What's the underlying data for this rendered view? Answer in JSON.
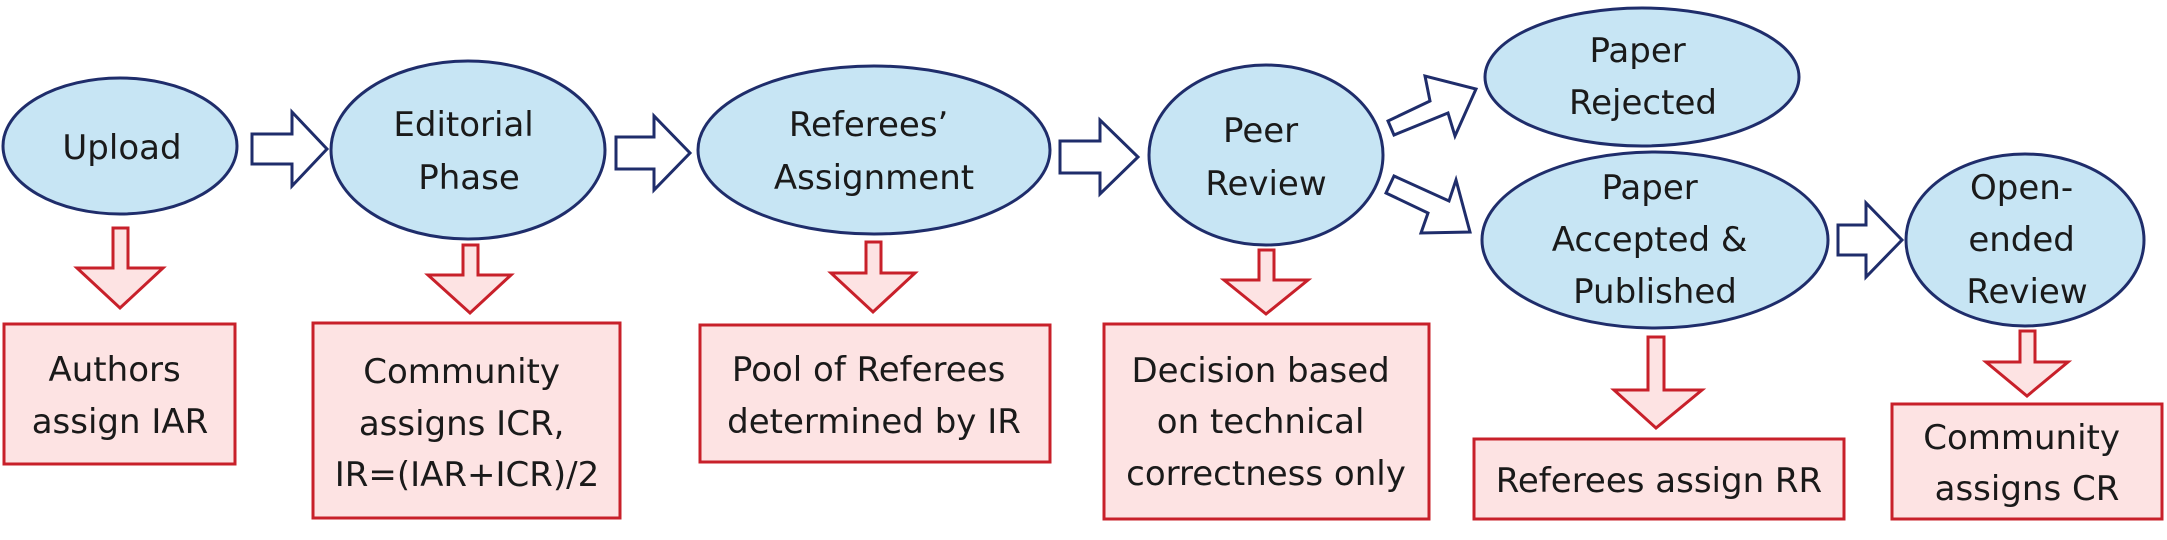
{
  "colors": {
    "stage_fill": "#c7e5f4",
    "stage_border": "#1f2d6b",
    "note_fill": "#fde3e3",
    "note_border": "#c8202a",
    "flow_arrow": "#1f2d6b",
    "note_arrow": "#c8202a"
  },
  "stages": {
    "upload": [
      "Upload"
    ],
    "editorial": [
      "Editorial",
      "Phase"
    ],
    "assignment": [
      "Referees’",
      "Assignment"
    ],
    "peer_review": [
      "Peer",
      "Review"
    ],
    "rejected": [
      "Paper",
      "Rejected"
    ],
    "accepted": [
      "Paper",
      "Accepted &",
      "Published"
    ],
    "open_review": [
      "Open-",
      "ended",
      "Review"
    ]
  },
  "notes": {
    "upload": [
      "Authors",
      "assign IAR"
    ],
    "editorial": [
      "Community",
      "assigns ICR,",
      "IR=(IAR+ICR)/2"
    ],
    "assignment": [
      "Pool of Referees",
      "determined by IR"
    ],
    "peer_review": [
      "Decision based",
      "on technical",
      "correctness only"
    ],
    "accepted": [
      "Referees assign RR"
    ],
    "open_review": [
      "Community",
      "assigns CR"
    ]
  }
}
